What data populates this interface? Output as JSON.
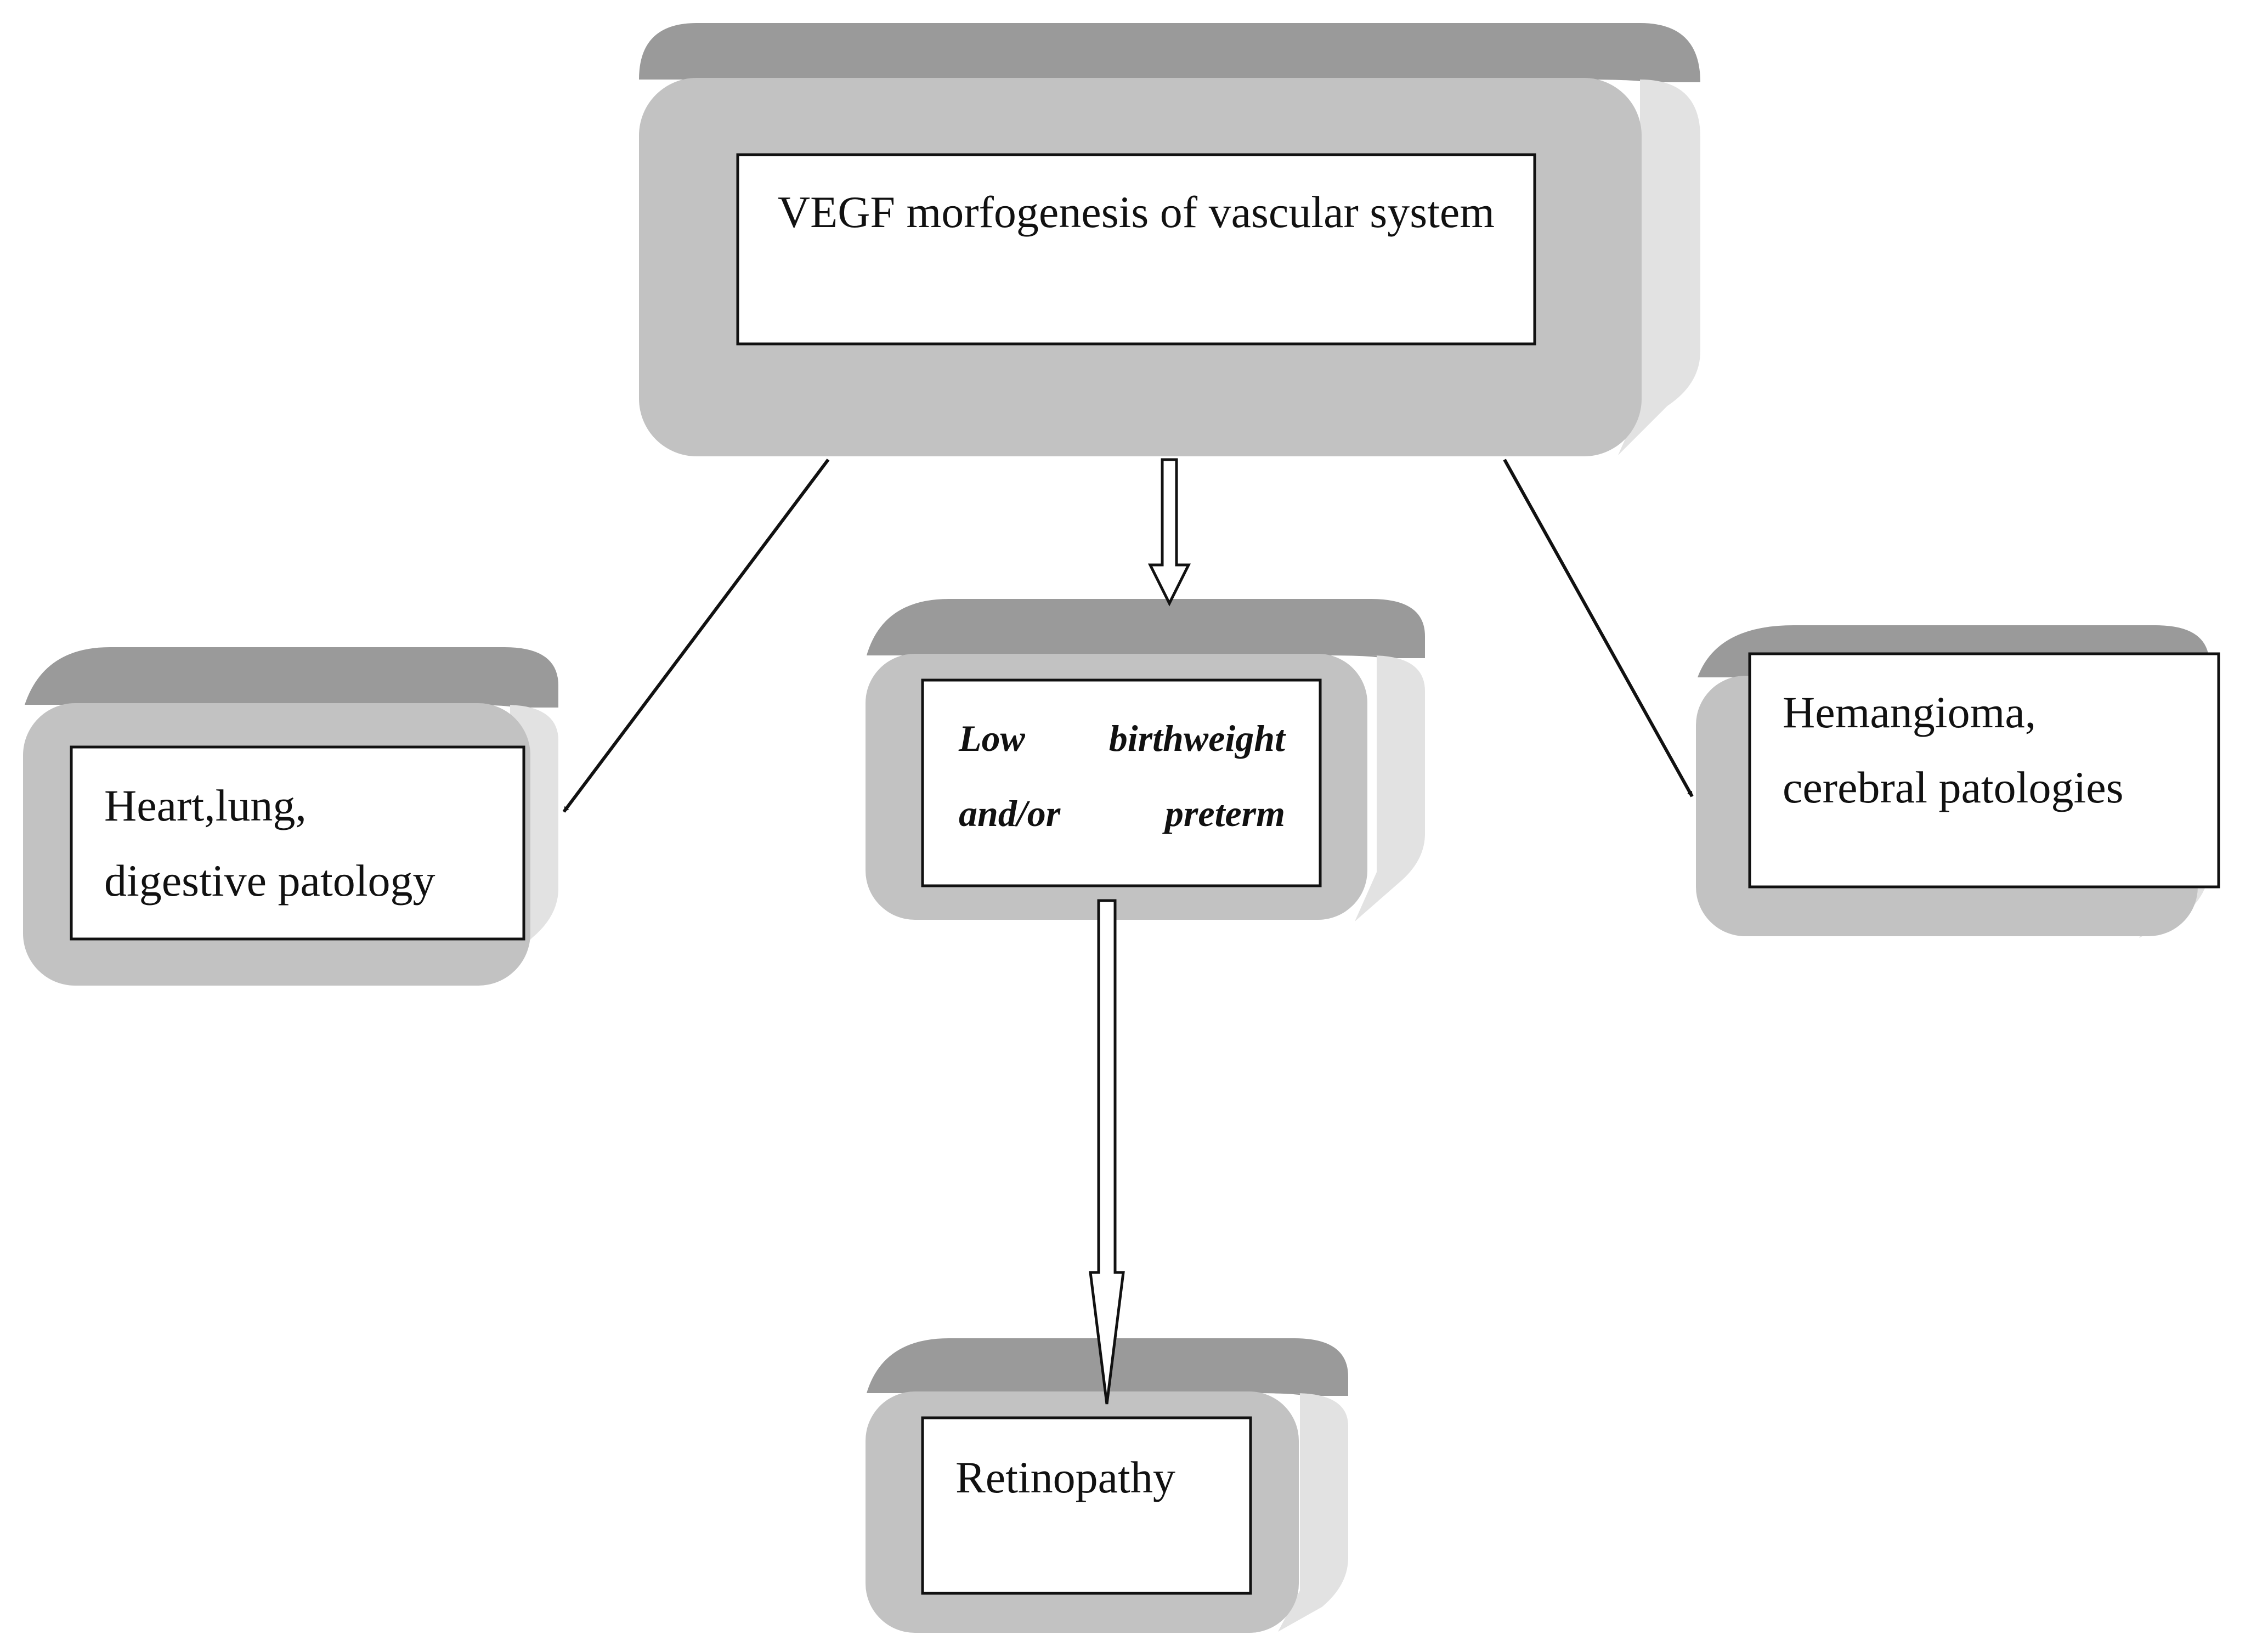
{
  "diagram": {
    "nodes": {
      "root": {
        "text": "VEGF morfogenesis of vascular system"
      },
      "left": {
        "line1": "Heart,lung,",
        "line2": "digestive patology"
      },
      "middle": {
        "text": "Low birthweight and/or preterm"
      },
      "right": {
        "line1": "Hemangioma,",
        "line2": "cerebral patologies"
      },
      "bottom": {
        "text": "Retinopathy"
      }
    },
    "edges": [
      {
        "from": "root",
        "to": "left",
        "style": "solid-arrow"
      },
      {
        "from": "root",
        "to": "middle",
        "style": "hollow-arrow"
      },
      {
        "from": "root",
        "to": "right",
        "style": "solid-arrow"
      },
      {
        "from": "middle",
        "to": "bottom",
        "style": "hollow-arrow"
      }
    ],
    "colors": {
      "block_front": "#c2c2c2",
      "block_top": "#9a9a9a",
      "block_side": "#e2e2e2",
      "label_fill": "#ffffff",
      "stroke": "#111111"
    }
  }
}
